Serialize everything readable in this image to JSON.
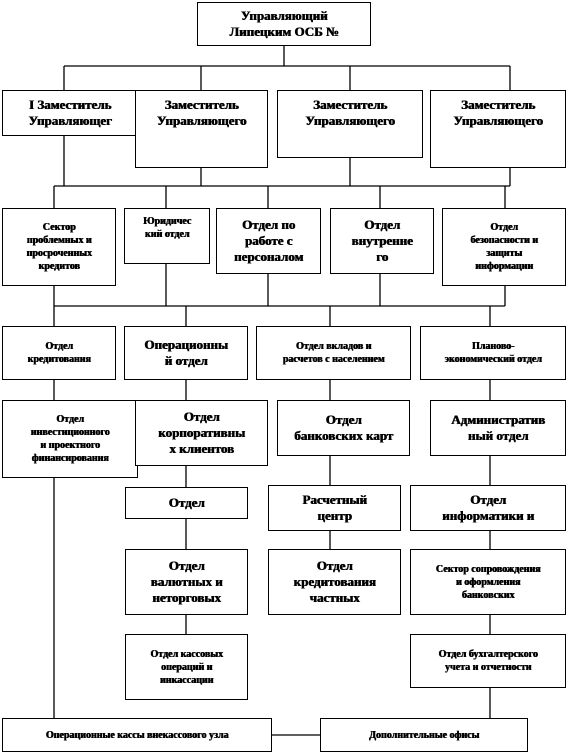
{
  "org_chart": {
    "director": "Управляющий\nЛипецким ОСБ №",
    "deputies": [
      "I Заместитель\nУправляющег",
      "Заместитель\nУправляющего",
      "Заместитель\nУправляющего",
      "Заместитель\nУправляющего"
    ],
    "level3": {
      "problem_loans": "Сектор\nпроблемных и\nпросроченных\nкредитов",
      "legal": "Юридичес\nкий отдел",
      "personnel": "Отдел по\nработе с\nперсоналом",
      "internal": "Отдел\nвнутренне\nго",
      "security": "Отдел\nбезопасности и\nзащиты\nинформации"
    },
    "level4": {
      "credit": "Отдел\nкредитования",
      "operational": "Операционны\nй отдел",
      "deposits": "Отдел вкладов и\nрасчетов с населением",
      "planning": "Планово-\nэкономический отдел"
    },
    "level5": {
      "investment": "Отдел\nинвестиционного\nи проектного\nфинансирования",
      "corporate": "Отдел\nкорпоративны\nх клиентов",
      "cards": "Отдел\nбанковских карт",
      "admin": "Административ\nный отдел"
    },
    "level6": {
      "dept": "Отдел",
      "settlement": "Расчетный\nцентр",
      "it": "Отдел\nинформатики и"
    },
    "level7": {
      "currency": "Отдел\nвалютных и\nнеторговых",
      "retail_credit": "Отдел\nкредитования\nчастных",
      "support": "Сектор сопровождения\nи оформления\nбанковских"
    },
    "level8": {
      "cash": "Отдел кассовых\nопераций и\nинкассации",
      "accounting": "Отдел бухгалтерского\nучета и отчетности"
    },
    "bottom": {
      "operational_cash": "Операционные кассы внекассового узла",
      "extra_offices": "Дополнительные офисы"
    }
  }
}
